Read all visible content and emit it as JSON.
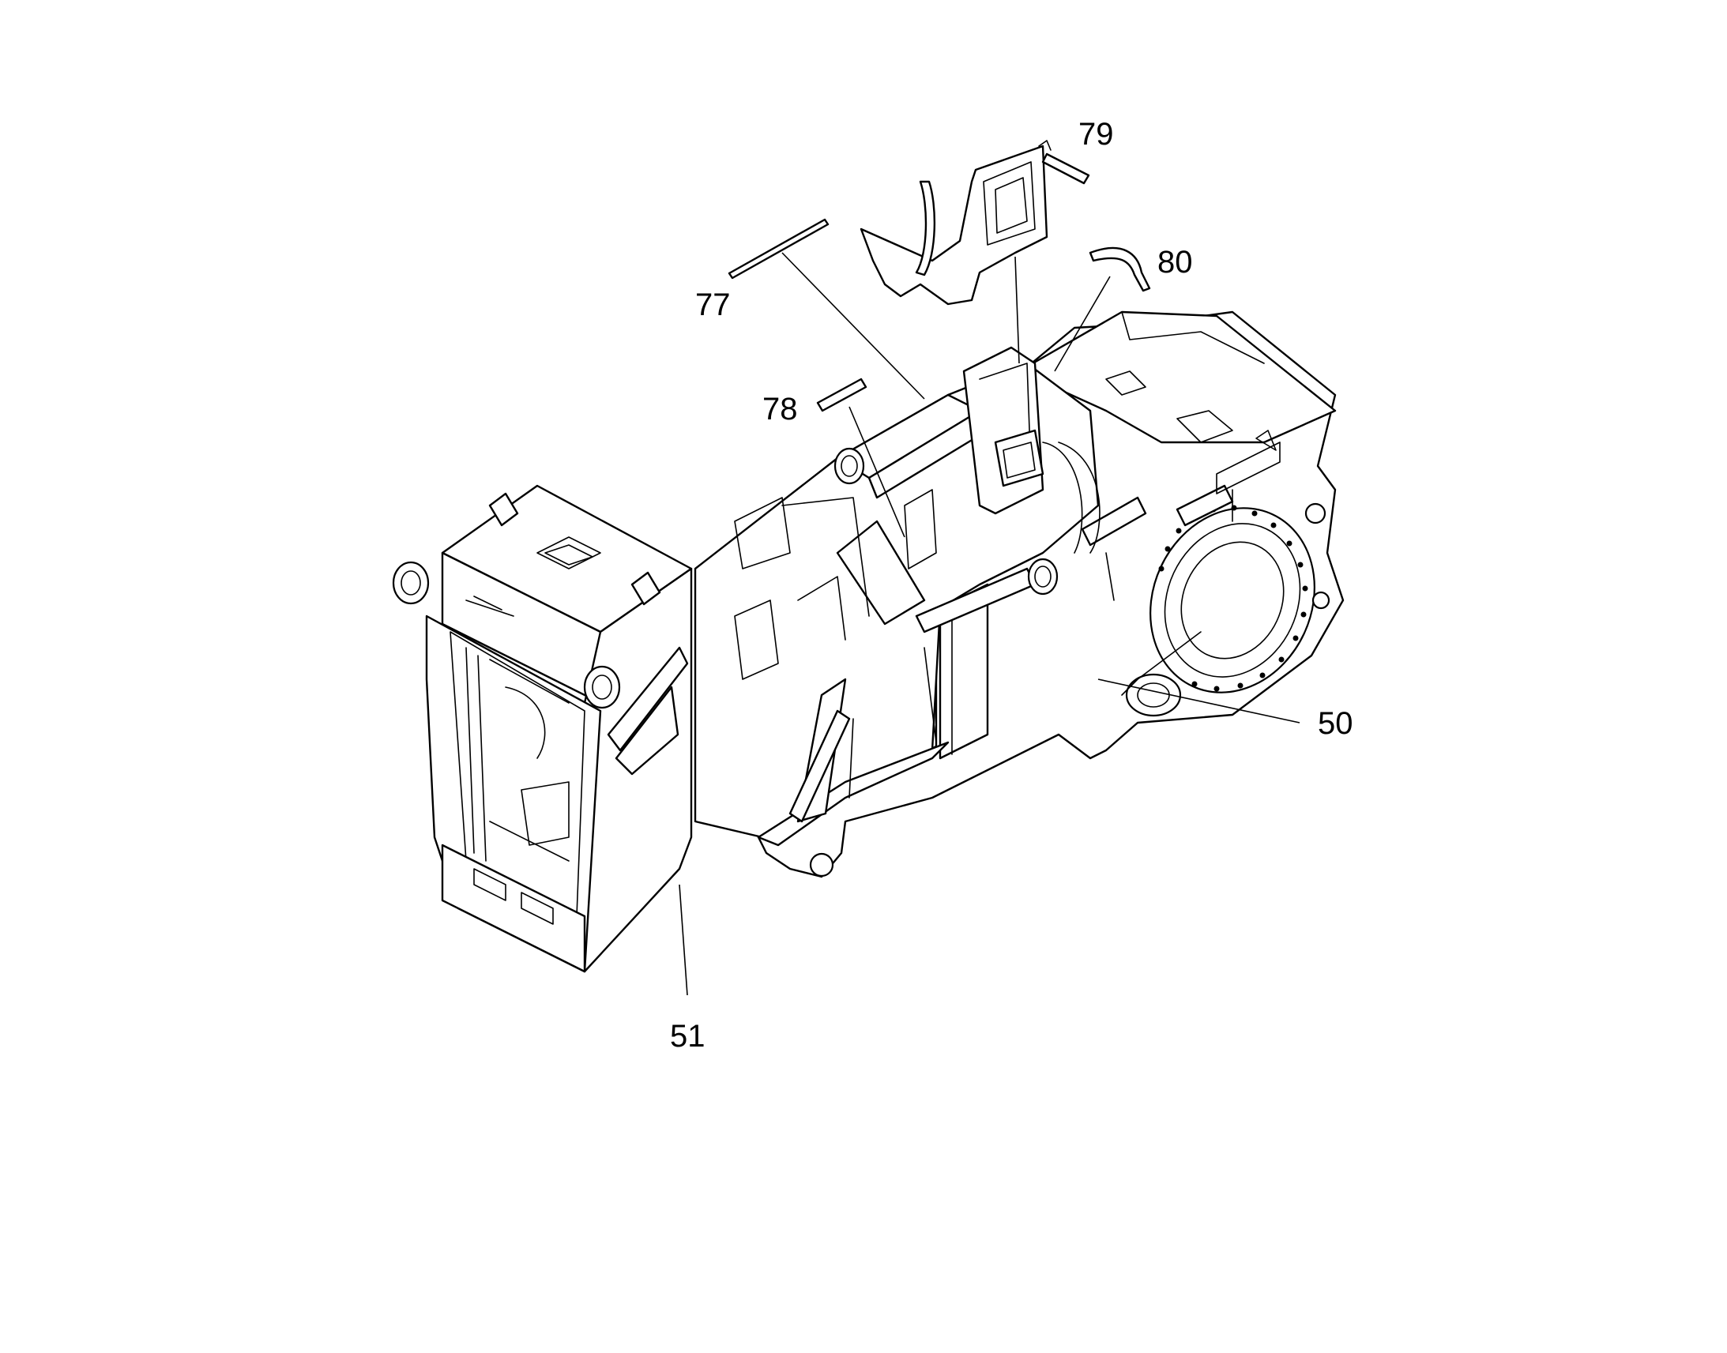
{
  "callouts": [
    {
      "key": "c77",
      "label": "77"
    },
    {
      "key": "c78",
      "label": "78"
    },
    {
      "key": "c79",
      "label": "79"
    },
    {
      "key": "c80",
      "label": "80"
    },
    {
      "key": "c50",
      "label": "50"
    },
    {
      "key": "c51",
      "label": "51"
    }
  ],
  "colors": {
    "line": "#000000",
    "background": "#ffffff"
  }
}
